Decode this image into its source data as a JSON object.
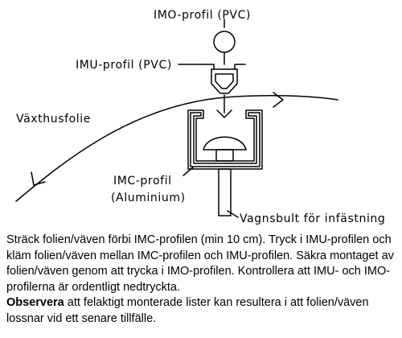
{
  "diagram": {
    "labels": {
      "imo": "IMO-profil (PVC)",
      "imu": "IMU-profil (PVC)",
      "foil": "Växthusfolie",
      "imc_line1": "IMC-profil",
      "imc_line2": "(Aluminium)",
      "bolt": "Vagnsbult för infästning"
    }
  },
  "caption": {
    "paragraph": "Sträck folien/väven förbi IMC-profilen (min 10 cm). Tryck i IMU-profilen och kläm folien/väven mellan IMC-profilen och IMU-profilen. Säkra montaget av folien/väven genom att trycka i IMO-profilen.  Kontrollera att IMU- och IMO-profilerna är ordentligt nedtryckta.",
    "note_bold": "Observera",
    "note_rest": " att felaktigt monterade lister kan resultera i att folien/väven lossnar vid ett senare tillfälle."
  }
}
